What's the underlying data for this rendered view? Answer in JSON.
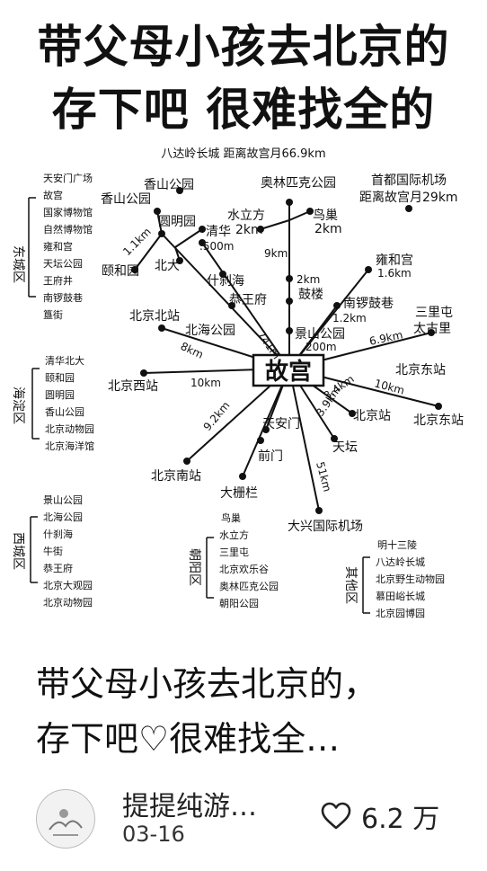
{
  "poster": {
    "title_line1": "带父母小孩去北京的",
    "title_line2": "存下吧 很难找全的",
    "subtitle": "八达岭长城 距离故宫月66.9km",
    "center": "故宫",
    "places": {
      "xiangshan1": "香山公园",
      "xiangshan2": "香山公园",
      "aoti": "奥林匹克公园",
      "shoudu1": "首都国际机场",
      "shoudu2": "距离故宫月29km",
      "yuanmingyuan": "圆明园",
      "shuilifang": "水立方",
      "shuilifang_d": "2km",
      "niaochao": "鸟巢",
      "niaochao_d": "2km",
      "qinghua": "清华",
      "qinghua_d": ".500m",
      "yiheyuan": "颐和园",
      "beida": "北大",
      "shichahai": "什刹海",
      "yonghegong": "雍和宫",
      "yonghegong_d": "1.6km",
      "d_9km": "9km",
      "d_2km": "2km",
      "gulou": "鼓楼",
      "nanluo": "南锣鼓巷",
      "nanluo_d": "1.2km",
      "gongwangfu": "恭王府",
      "sanlitun": "三里屯",
      "taiguli": "太古里",
      "beijingbei": "北京北站",
      "beihai": "北海公园",
      "jingshan": "景山公园",
      "jingshan_d": "200m",
      "d_741m": "741m",
      "d_8km": "8km",
      "d_69": "6.9km",
      "d_11": "1.1km",
      "beijingxi": "北京西站",
      "d_10km_w": "10km",
      "beijingdong1": "北京东站",
      "d_10km_e": "10km",
      "beijingdong2": "北京东站",
      "d_34": "3.4km",
      "d_39": "3.9km",
      "beijingzhan": "北京站",
      "tiantan": "天坛",
      "tiananmen": "天安门",
      "qianmen": "前门",
      "d_92": "9.2km",
      "d_51": "51km",
      "beijingnan": "北京南站",
      "dashilan": "大栅栏",
      "daxing": "大兴国际机场"
    },
    "districts": [
      {
        "name": "东城区",
        "items": [
          "天安门广场",
          "故宫",
          "国家博物馆",
          "自然博物馆",
          "雍和宫",
          "天坛公园",
          "王府井",
          "南锣鼓巷",
          "簋街"
        ]
      },
      {
        "name": "海淀区",
        "items": [
          "清华北大",
          "颐和园",
          "圆明园",
          "香山公园",
          "北京动物园",
          "北京海洋馆"
        ]
      },
      {
        "name": "西城区",
        "items": [
          "景山公园",
          "北海公园",
          "什刹海",
          "牛街",
          "恭王府",
          "北京大观园",
          "北京动物园"
        ]
      },
      {
        "name": "朝阳区",
        "items": [
          "鸟巢",
          "水立方",
          "三里屯",
          "北京欢乐谷",
          "奥林匹克公园",
          "朝阳公园"
        ]
      },
      {
        "name": "其他区",
        "items": [
          "明十三陵",
          "八达岭长城",
          "北京野生动物园",
          "慕田峪长城",
          "北京园博园"
        ]
      }
    ]
  },
  "post": {
    "caption_line1": "带父母小孩去北京的，",
    "caption_line2": "存下吧♡很难找全…",
    "author": "提提纯游…",
    "date": "03-16",
    "likes": "6.2 万",
    "like_icon": "heart-outline-icon"
  }
}
